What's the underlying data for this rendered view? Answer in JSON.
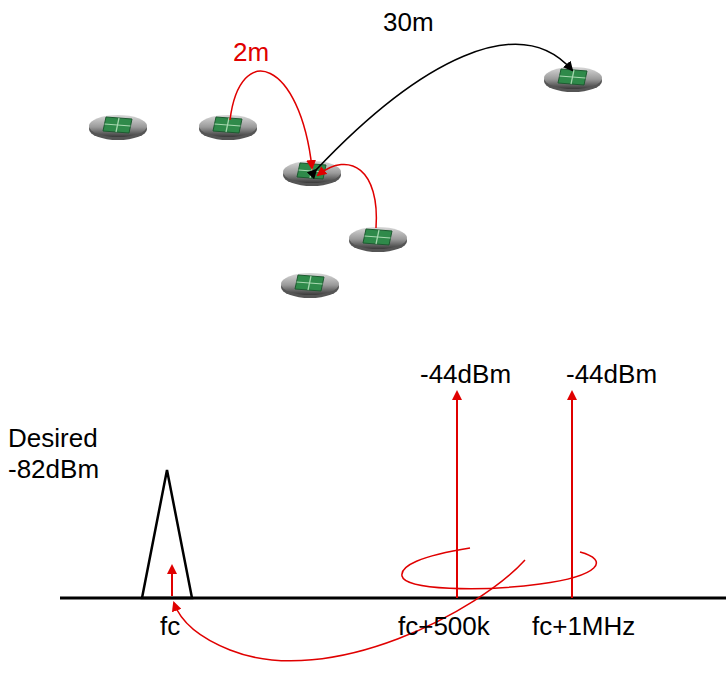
{
  "diagram": {
    "labels": [
      "2m",
      "30m",
      "-44dBm",
      "-44dBm",
      "Desired",
      "-82dBm",
      "fc",
      "fc+500k",
      "fc+1MHz"
    ]
  }
}
